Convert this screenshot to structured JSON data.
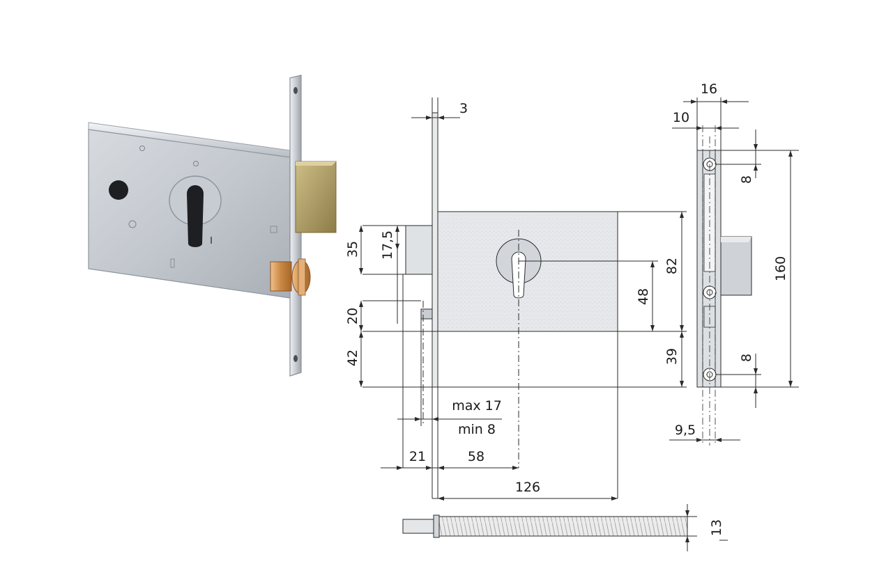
{
  "dimensions": {
    "faceplate_thickness": "3",
    "backset": "58",
    "forend_width": "21",
    "case_width": "126",
    "case_height": "82",
    "keyhole_to_case_bottom": "48",
    "forend_to_case_bottom": "39",
    "latch_height": "35",
    "latch_half": "17,5",
    "latch_to_bolt": "20",
    "bolt_to_bottom": "42",
    "bolt_max": "max 17",
    "bolt_min": "min 8",
    "forend_height": "160",
    "forend_total_thickness": "16",
    "forend_plate_thickness": "10",
    "screw_hole_top": "8",
    "screw_hole_bottom": "8",
    "forend_hole_width": "9,5",
    "spindle_diameter": "13"
  },
  "colors": {
    "steel_light": "#e3e6ea",
    "steel_dark": "#8e959d",
    "brass_light": "#c8b780",
    "brass_dark": "#8b7a45",
    "copper": "#d89a5a",
    "line": "#2a2a2a"
  }
}
